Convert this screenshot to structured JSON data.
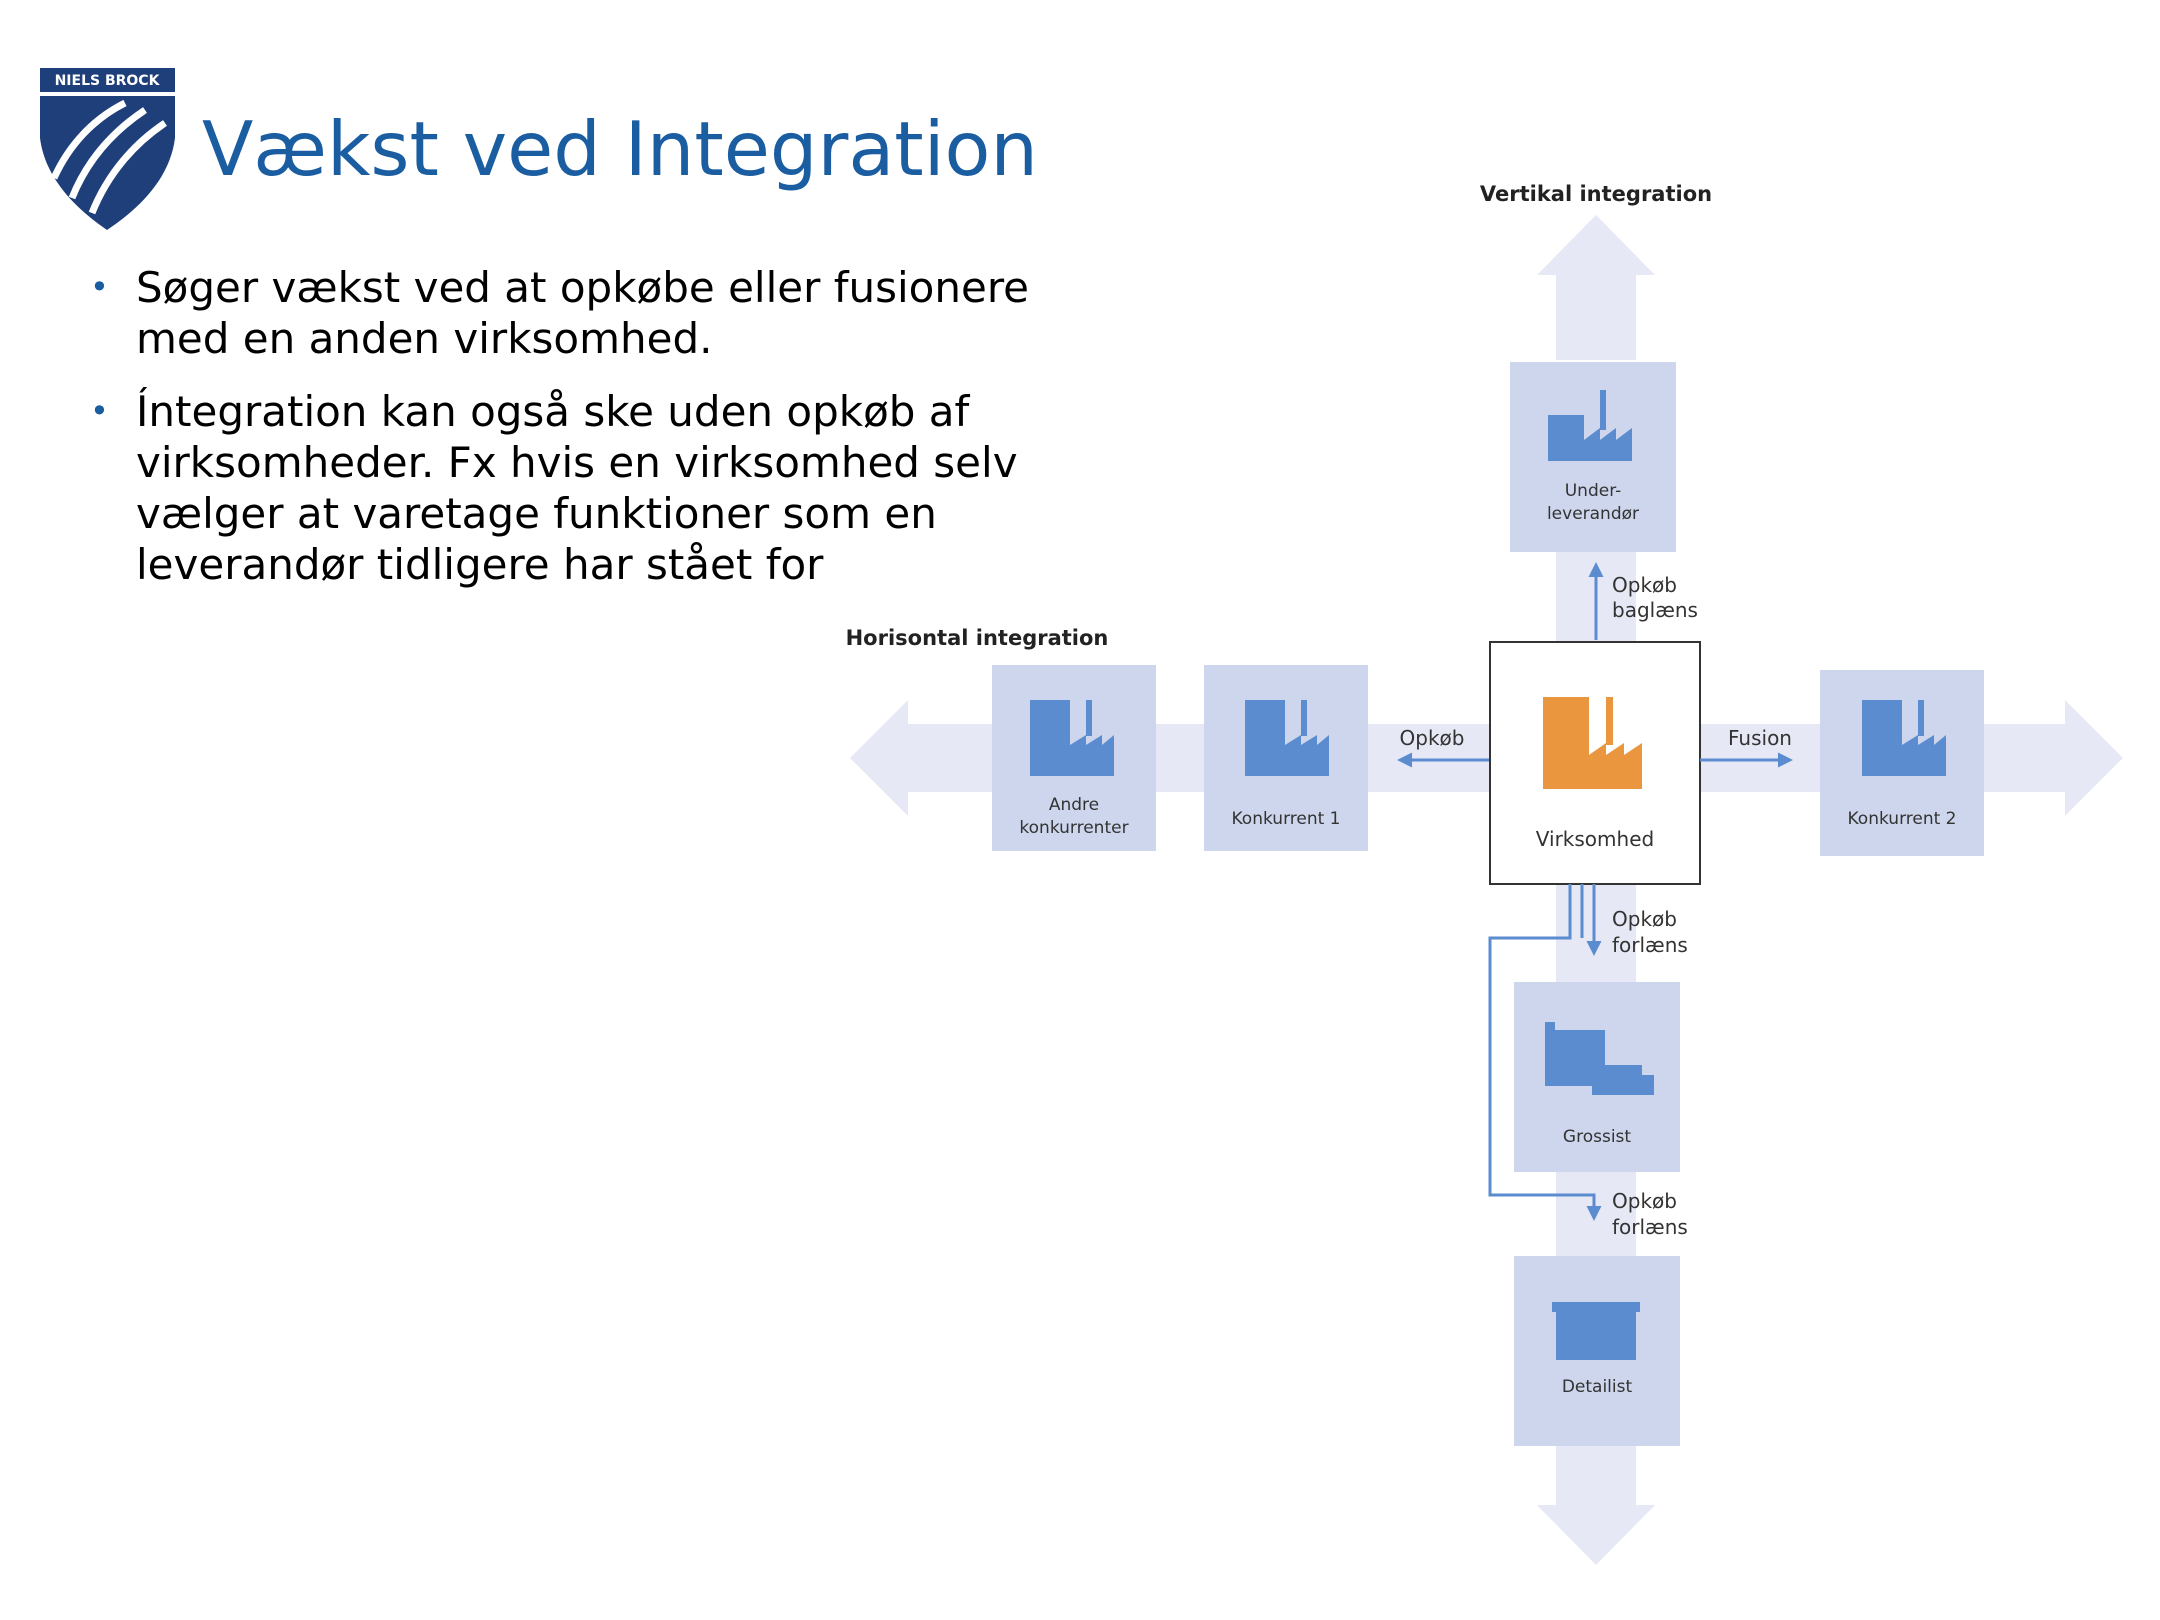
{
  "logo": {
    "text": "NIELS BROCK",
    "colors": {
      "navy": "#1e3f7a"
    }
  },
  "slide": {
    "title": "Vækst ved Integration",
    "bullets": [
      "Søger vækst ved at opkøbe eller fusionere med en anden virksomhed.",
      "Íntegration kan også ske uden opkøb af virksomheder. Fx hvis en virksomhed selv vælger at varetage funktioner som en leverandør tidligere har stået for"
    ]
  },
  "diagram": {
    "colors": {
      "arrow_band": "#e6e9f5",
      "box": "#cdd6ec",
      "icon": "#5b8ccf",
      "icon_center": "#e9963e",
      "line": "#5b8ccf",
      "border": "#333333"
    },
    "vertical_label": "Vertikal integration",
    "horizontal_label": "Horisontal integration",
    "boxes": {
      "underleverandor": [
        "Under-",
        "leverandør"
      ],
      "andre": [
        "Andre",
        "konkurrenter"
      ],
      "konkurrent1": "Konkurrent 1",
      "virksomhed": "Virksomhed",
      "konkurrent2": "Konkurrent 2",
      "grossist": "Grossist",
      "detailist": "Detailist"
    },
    "arrows": {
      "opkob_baglaens": [
        "Opkøb",
        "baglæns"
      ],
      "opkob_left": "Opkøb",
      "fusion": "Fusion",
      "opkob_forlaens_1": [
        "Opkøb",
        "forlæns"
      ],
      "opkob_forlaens_2": [
        "Opkøb",
        "forlæns"
      ]
    }
  }
}
